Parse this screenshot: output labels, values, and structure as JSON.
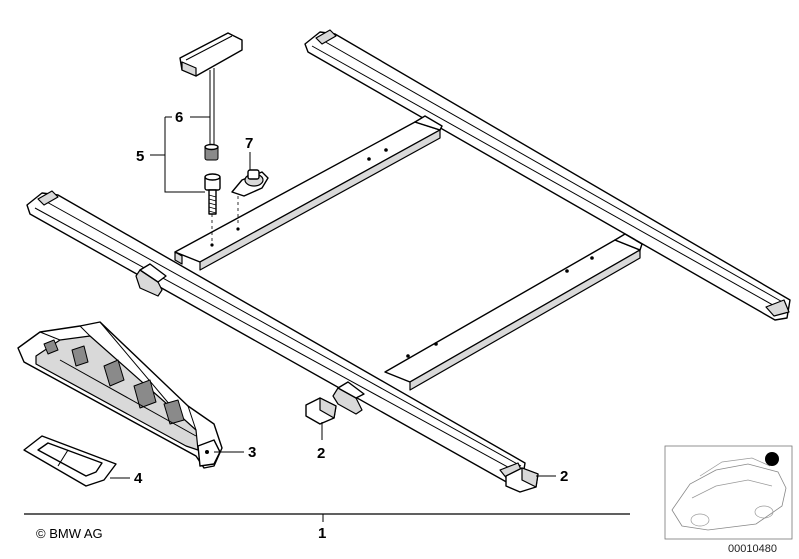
{
  "callouts": {
    "c1": "1",
    "c2a": "2",
    "c2b": "2",
    "c3": "3",
    "c4": "4",
    "c5": "5",
    "c6": "6",
    "c7": "7"
  },
  "footer": {
    "copyright": "© BMW AG",
    "reference": "00010480"
  },
  "icons": [
    "roof-rack-diagram",
    "car-location-thumbnail-icon"
  ]
}
